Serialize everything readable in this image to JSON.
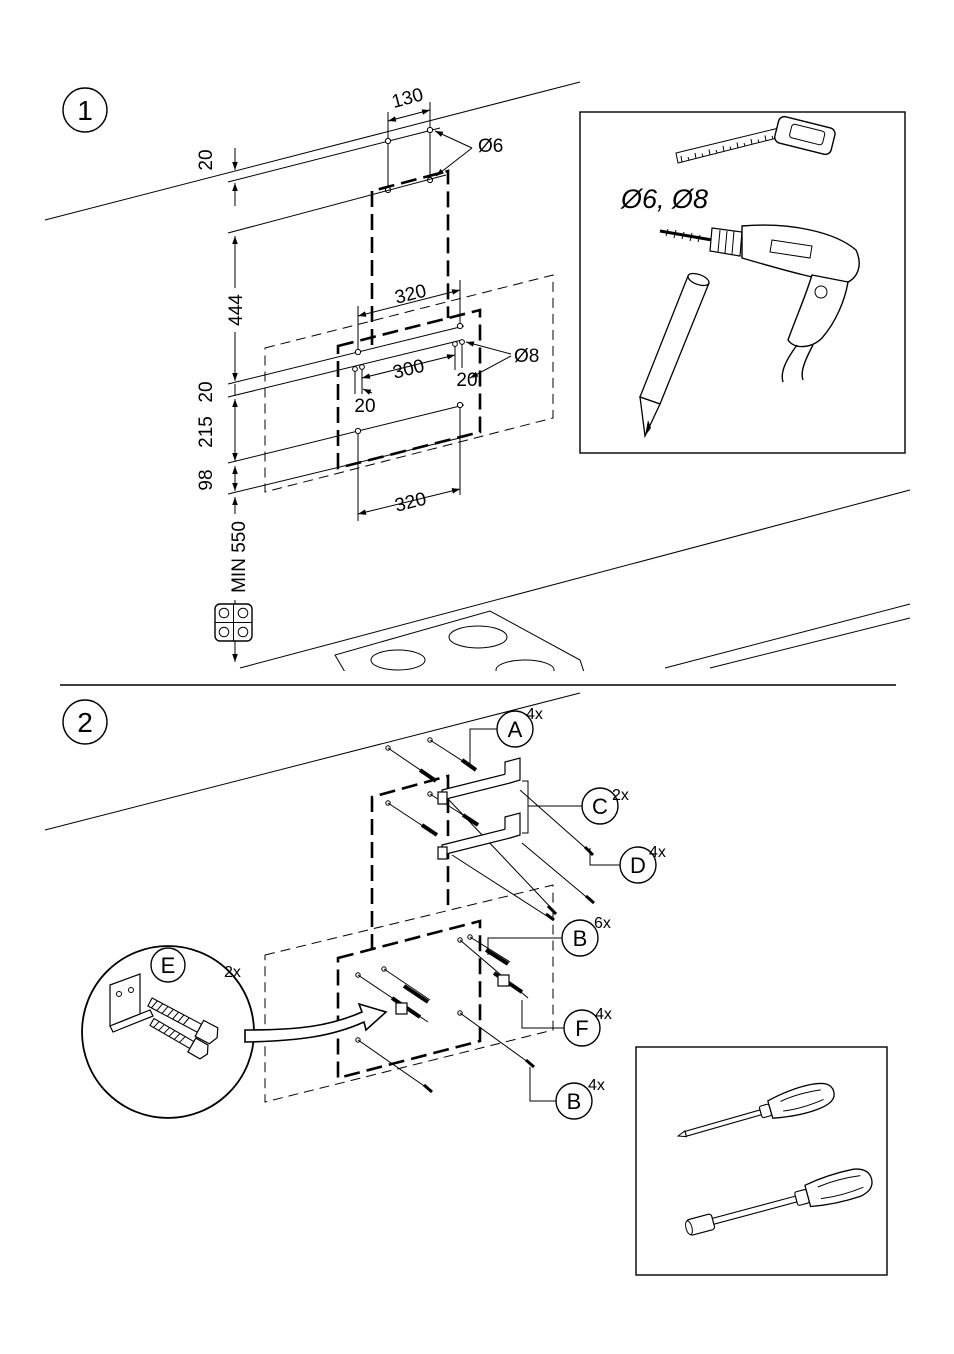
{
  "step1": {
    "number": "1",
    "dimensions": {
      "hole_spacing_top": "130",
      "ceiling_offset": "20",
      "height_444": "444",
      "bracket_width_upper": "320",
      "small_hole_diameter": "Ø6",
      "large_hole_diameter": "Ø8",
      "hole_spacing_300": "300",
      "offset_20_vertical": "20",
      "offset_20_inner_left": "20",
      "offset_20_inner_right": "20",
      "height_215": "215",
      "height_98": "98",
      "min_height": "MIN 550",
      "bracket_width_lower": "320"
    },
    "drill_bits_label": "Ø6, Ø8",
    "tool_icons": [
      "tape-measure-icon",
      "drill-icon",
      "pencil-icon"
    ]
  },
  "step2": {
    "number": "2",
    "parts": [
      {
        "letter": "A",
        "qty": "4x"
      },
      {
        "letter": "C",
        "qty": "2x"
      },
      {
        "letter": "D",
        "qty": "4x"
      },
      {
        "letter": "B",
        "qty": "6x"
      },
      {
        "letter": "E",
        "qty": "2x"
      },
      {
        "letter": "F",
        "qty": "4x"
      },
      {
        "letter": "B",
        "qty": "4x"
      }
    ],
    "tool_icons": [
      "phillips-screwdriver-icon",
      "nut-driver-icon"
    ]
  }
}
